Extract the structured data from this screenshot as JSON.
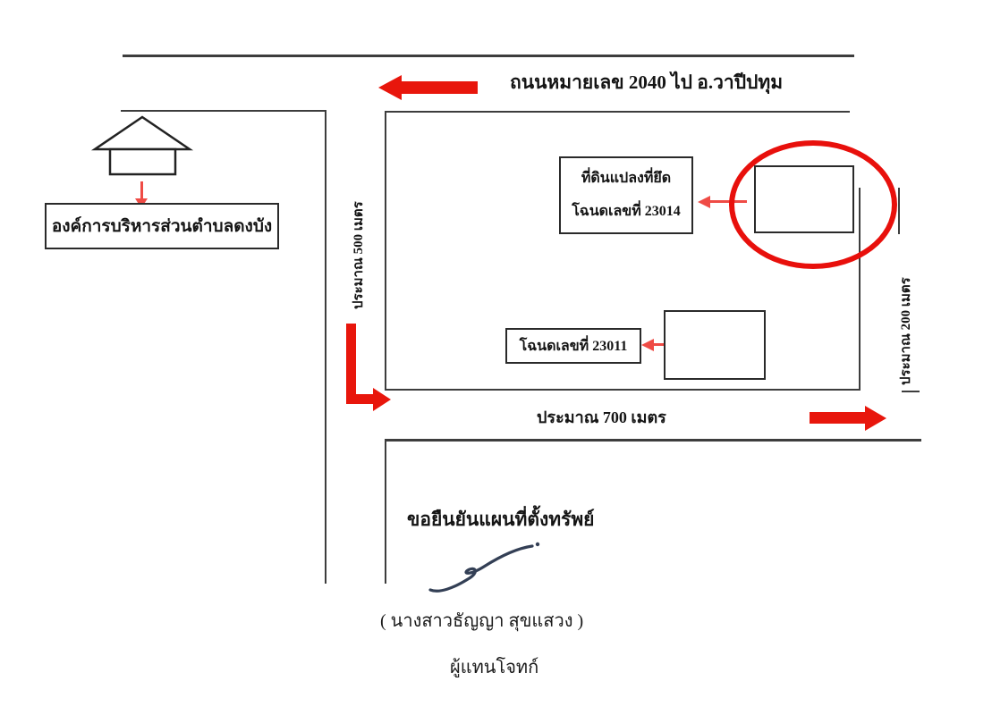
{
  "map": {
    "top_road_label": "ถนนหมายเลข 2040   ไป อ.วาปีปทุม",
    "org_label": "องค์การบริหารส่วนตำบลดงบัง",
    "left_road_distance": "ประมาณ 500 เมตร",
    "right_road_distance": "ประมาณ 200 เมตร",
    "bottom_road_distance": "ประมาณ 700 เมตร",
    "seized_plot": {
      "line1": "ที่ดินแปลงที่ยึด",
      "line2": "โฉนดเลขที่ 23014"
    },
    "other_plot_label": "โฉนดเลขที่ 23011"
  },
  "footer": {
    "confirmation": "ขอยืนยันแผนที่ตั้งทรัพย์",
    "signer_name": "(  นางสาวธัญญา  สุขแสวง  )",
    "signer_role": "ผู้แทนโจทก์"
  },
  "icons": {
    "house": "house-icon",
    "big_left_arrow": "arrow-left-icon",
    "big_right_arrow": "arrow-right-icon",
    "elbow_arrow": "arrow-down-right-icon",
    "small_down_arrow": "arrow-down-icon",
    "seized_highlight": "red-circle-icon",
    "signature": "signature-scribble"
  },
  "colors": {
    "road_line": "#3d3d3d",
    "arrow_red": "#e8160c",
    "thin_arrow_red": "#ef4b45",
    "highlight_red": "#e8100c",
    "signature_ink": "#333f55",
    "text": "#141414"
  }
}
